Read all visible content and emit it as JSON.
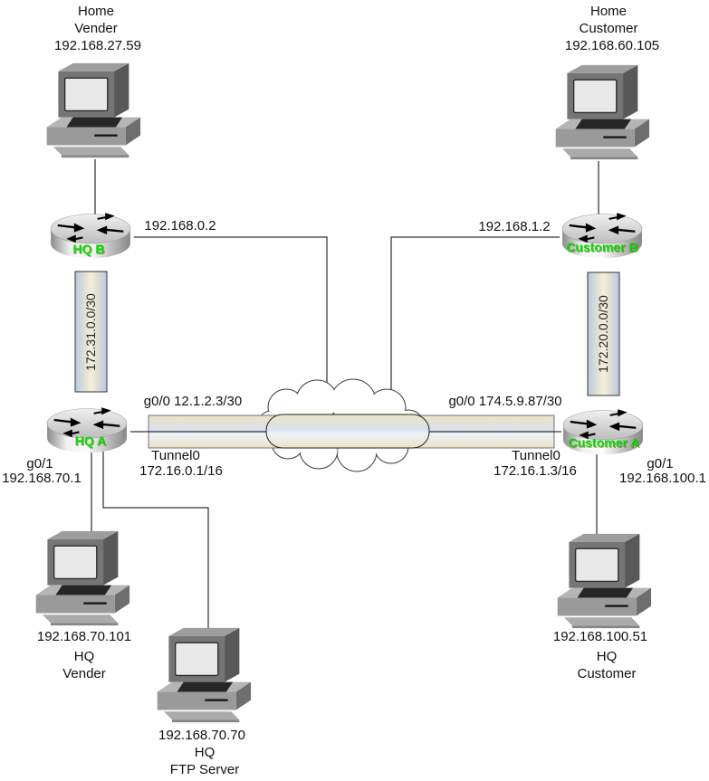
{
  "nodes": {
    "home_vender": {
      "line1": "Home",
      "line2": "Vender",
      "ip": "192.168.27.59"
    },
    "home_customer": {
      "line1": "Home",
      "line2": "Customer",
      "ip": "192.168.60.105"
    },
    "hq_b": {
      "name": "HQ B",
      "lan_ip": "192.168.0.2"
    },
    "customer_b": {
      "name": "Customer B",
      "lan_ip": "192.168.1.2"
    },
    "hq_a": {
      "name": "HQ A",
      "wan": "g0/0 12.1.2.3/30",
      "tunnel_if": "Tunnel0",
      "tunnel_ip": "172.16.0.1/16",
      "lan_if": "g0/1",
      "lan_ip": "192.168.70.1"
    },
    "customer_a": {
      "name": "Customer A",
      "wan": "g0/0 174.5.9.87/30",
      "tunnel_if": "Tunnel0",
      "tunnel_ip": "172.16.1.3/16",
      "lan_if": "g0/1",
      "lan_ip": "192.168.100.1"
    },
    "hq_vender": {
      "ip": "192.168.70.101",
      "line1": "HQ",
      "line2": "Vender"
    },
    "hq_ftp": {
      "ip": "192.168.70.70",
      "line1": "HQ",
      "line2": "FTP Server"
    },
    "hq_customer": {
      "ip": "192.168.100.51",
      "line1": "HQ",
      "line2": "Customer"
    }
  },
  "links": {
    "hq_serial_subnet": "172.31.0.0/30",
    "customer_serial_subnet": "172.20.0.0/30"
  },
  "colors": {
    "router_name_green": "#00dd00",
    "pipe_cream": "#ebe3c5",
    "pipe_blue": "#d8e2ef",
    "line_black": "#000000"
  }
}
